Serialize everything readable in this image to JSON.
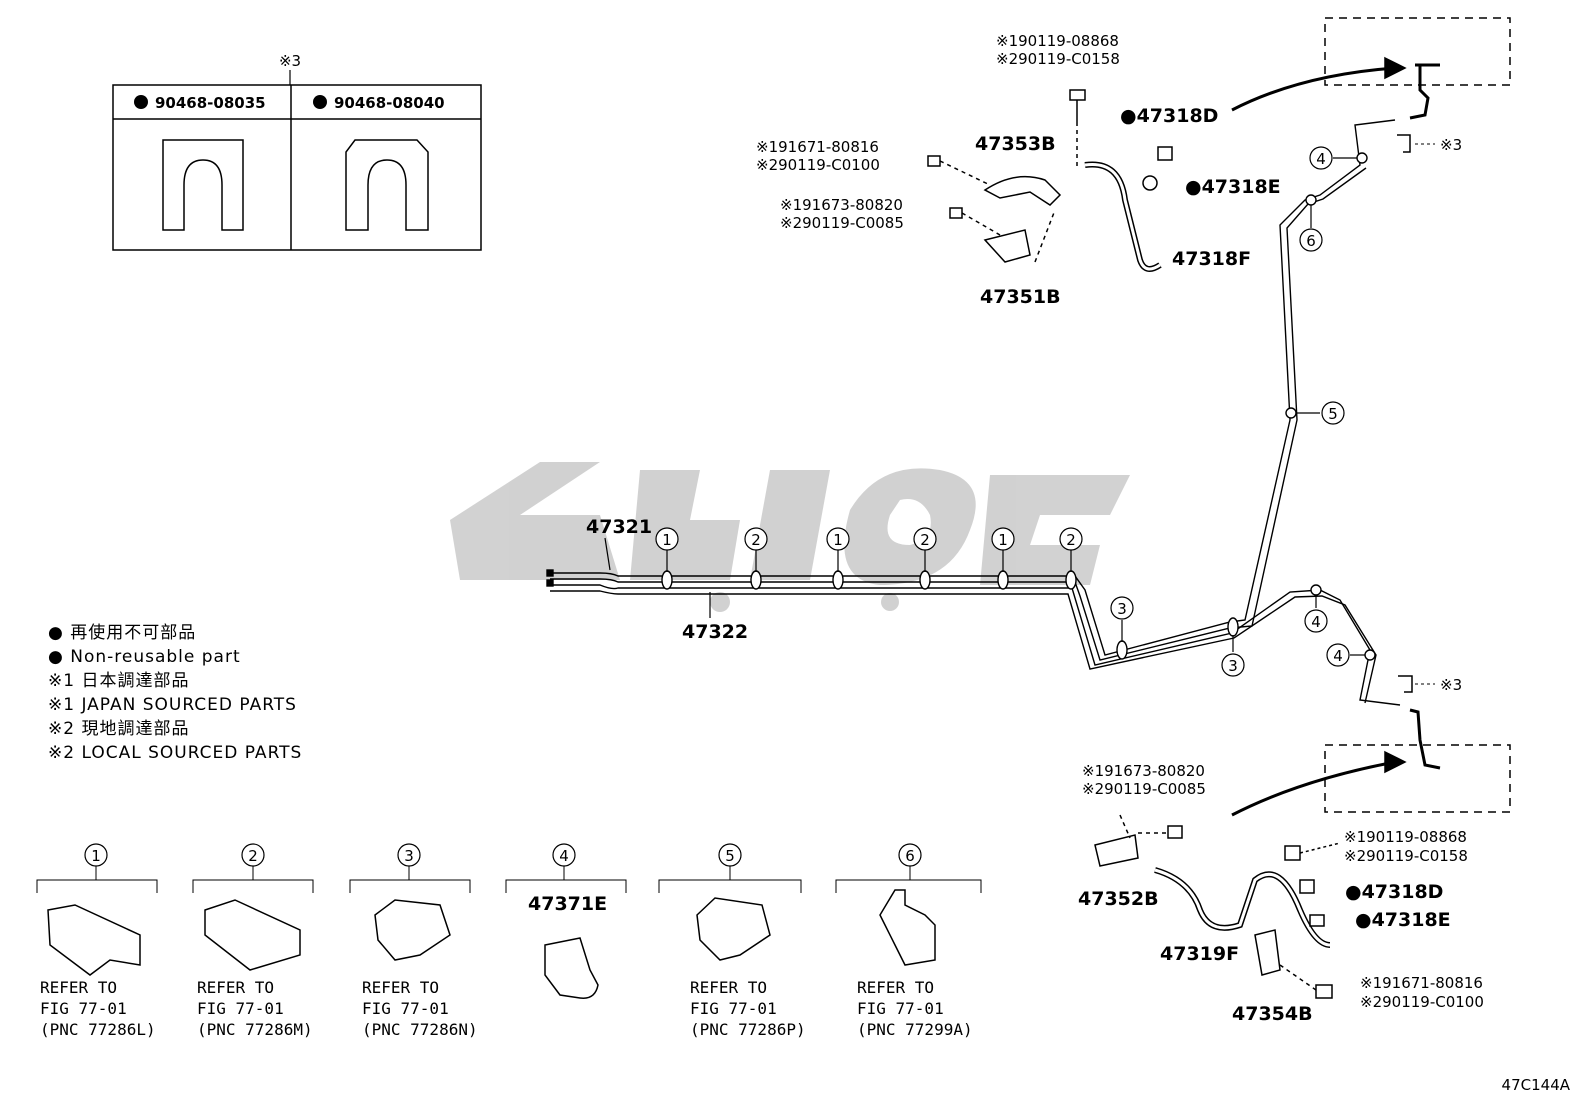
{
  "inset": {
    "note": "※3",
    "cells": [
      {
        "bullet": "●",
        "part": "90468-08035"
      },
      {
        "bullet": "●",
        "part": "90468-08040"
      }
    ]
  },
  "top_assembly": {
    "bolt_top": [
      "※190119-08868",
      "※290119-C0158"
    ],
    "bolt_a": [
      "※191671-80816",
      "※290119-C0100"
    ],
    "bolt_b": [
      "※191673-80820",
      "※290119-C0085"
    ],
    "parts": {
      "p47353B": "47353B",
      "p47351B": "47351B",
      "p47318D": "●47318D",
      "p47318E": "●47318E",
      "p47318F": "47318F"
    }
  },
  "tubes": {
    "p47321": "47321",
    "p47322": "47322",
    "clip_numbers": [
      "1",
      "2",
      "1",
      "2",
      "1",
      "2"
    ],
    "clip3": "3",
    "clip3b": "3",
    "clip4a": "4",
    "clip4b": "4",
    "clip4c": "4",
    "clip5": "5",
    "clip6": "6",
    "note3a": "※3",
    "note3b": "※3"
  },
  "legend": {
    "line1": "● 再使用不可部品",
    "line2": "● Non-reusable part",
    "line3": "※1 日本調達部品",
    "line4": "※1 JAPAN SOURCED PARTS",
    "line5": "※2 現地調達部品",
    "line6": "※2 LOCAL SOURCED PARTS"
  },
  "bottom_assembly": {
    "bolt_b": [
      "※191673-80820",
      "※290119-C0085"
    ],
    "bolt_top": [
      "※190119-08868",
      "※290119-C0158"
    ],
    "bolt_a": [
      "※191671-80816",
      "※290119-C0100"
    ],
    "parts": {
      "p47352B": "47352B",
      "p47319F": "47319F",
      "p47318D": "●47318D",
      "p47318E": "●47318E",
      "p47354B": "47354B"
    }
  },
  "clips_row": [
    {
      "num": "1",
      "lines": [
        "REFER TO",
        "FIG 77-01",
        "(PNC 77286L)"
      ]
    },
    {
      "num": "2",
      "lines": [
        "REFER TO",
        "FIG 77-01",
        "(PNC 77286M)"
      ]
    },
    {
      "num": "3",
      "lines": [
        "REFER TO",
        "FIG 77-01",
        "(PNC 77286N)"
      ]
    },
    {
      "num": "4",
      "lines": [
        "47371E"
      ]
    },
    {
      "num": "5",
      "lines": [
        "REFER TO",
        "FIG 77-01",
        "(PNC 77286P)"
      ]
    },
    {
      "num": "6",
      "lines": [
        "REFER TO",
        "FIG 77-01",
        "(PNC 77299A)"
      ]
    }
  ],
  "figure_code": "47C144A",
  "colors": {
    "line": "#000000",
    "watermark": "#c8c8c8"
  }
}
